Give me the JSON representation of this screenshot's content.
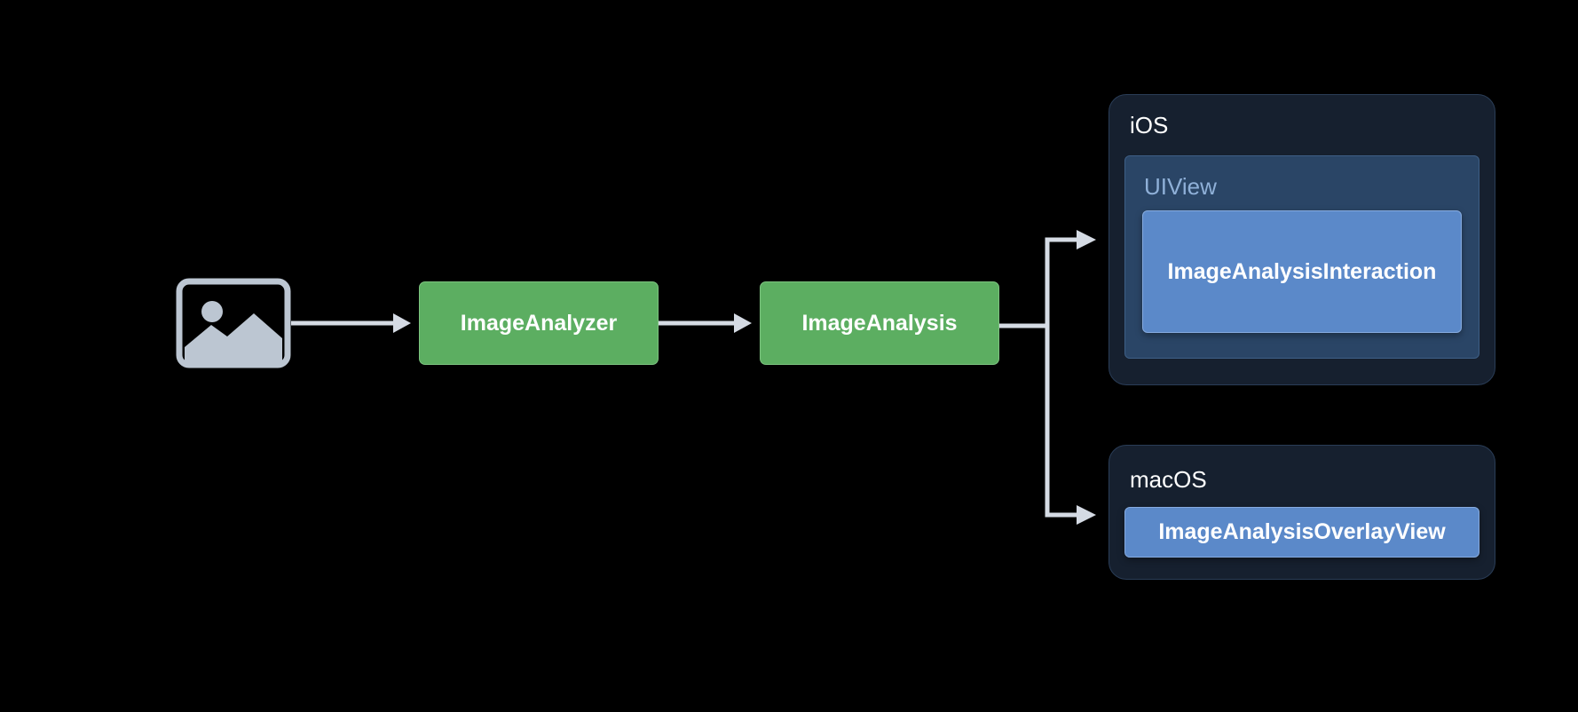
{
  "diagram": {
    "nodes": {
      "image_analyzer": {
        "label": "ImageAnalyzer"
      },
      "image_analysis": {
        "label": "ImageAnalysis"
      }
    },
    "platforms": {
      "ios": {
        "title": "iOS",
        "container": {
          "label": "UIView"
        },
        "component": {
          "label": "ImageAnalysisInteraction"
        }
      },
      "macos": {
        "title": "macOS",
        "component": {
          "label": "ImageAnalysisOverlayView"
        }
      }
    },
    "icons": {
      "input": "photo-icon"
    },
    "colors": {
      "background": "#000000",
      "connector": "#d5dbe4",
      "photo_icon": "#bcc6d2",
      "green_node": "#5cae61",
      "panel": "#16202f",
      "uiview": "#2a4566",
      "blue_node": "#5b89c9"
    }
  }
}
